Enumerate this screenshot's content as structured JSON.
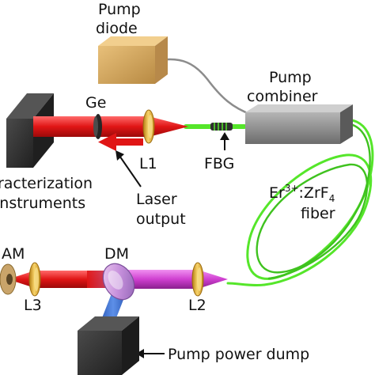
{
  "labels": {
    "pump_diode_line1": "Pump",
    "pump_diode_line2": "diode",
    "pump_combiner_line1": "Pump",
    "pump_combiner_line2": "combiner",
    "ge": "Ge",
    "l1": "L1",
    "fbg": "FBG",
    "characterization_line1": "Characterization",
    "characterization_line2": "instruments",
    "laser_output_line1": "Laser",
    "laser_output_line2": "output",
    "fiber_ion_base": "Er",
    "fiber_ion_sup": "3+",
    "fiber_host_base": ":ZrF",
    "fiber_host_sub": "4",
    "fiber_word": "fiber",
    "am": "AM",
    "dm": "DM",
    "l3": "L3",
    "l2": "L2",
    "pump_power_dump": "Pump power dump"
  },
  "colors": {
    "laser_beam": "#e01515",
    "pump_beam": "#cf3fd0",
    "pump_return_beam": "#3f73d0",
    "fiber": "#55e62a",
    "lens": "#e9b12f",
    "diode_box": "#dcae6a",
    "combiner_box": "#8c8c8c",
    "dark_box": "#2f2f2f"
  }
}
